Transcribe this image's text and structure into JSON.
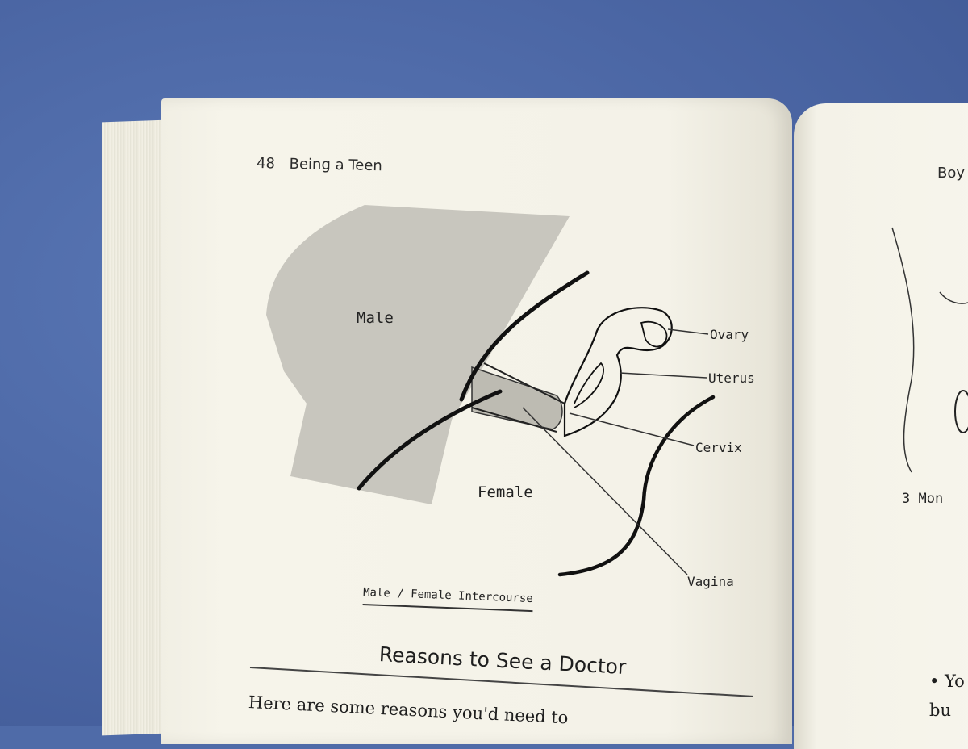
{
  "left_page": {
    "page_number": "48",
    "running_head": "Being a Teen",
    "diagram": {
      "labels": {
        "male": "Male",
        "female": "Female",
        "ovary": "Ovary",
        "uterus": "Uterus",
        "cervix": "Cervix",
        "vagina": "Vagina"
      },
      "caption": "Male / Female Intercourse"
    },
    "section_title": "Reasons to See a Doctor",
    "body_line": "Here are some reasons you'd need to"
  },
  "right_page": {
    "running_head": "Boy",
    "caption": "3  Mon",
    "bullet_lines": [
      "• Yo",
      "bu"
    ]
  },
  "colors": {
    "background_blue": "#4f6ba8",
    "paper": "#f4f2e8",
    "shaded_body": "#c9c7bf",
    "ink": "#111111"
  }
}
